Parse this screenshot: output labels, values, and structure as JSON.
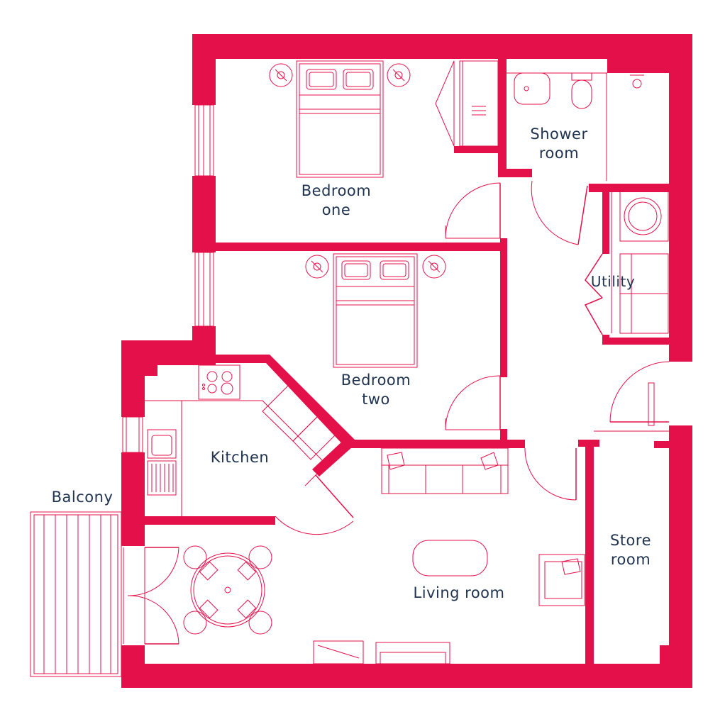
{
  "colors": {
    "wall": "#e4104a",
    "label_text": "#1f3350",
    "background": "#ffffff"
  },
  "rooms": {
    "bedroom_one": {
      "line1": "Bedroom",
      "line2": "one"
    },
    "shower_room": {
      "line1": "Shower",
      "line2": "room"
    },
    "utility": {
      "line1": "Utility"
    },
    "bedroom_two": {
      "line1": "Bedroom",
      "line2": "two"
    },
    "kitchen": {
      "line1": "Kitchen"
    },
    "balcony": {
      "line1": "Balcony"
    },
    "store_room": {
      "line1": "Store",
      "line2": "room"
    },
    "living_room": {
      "line1": "Living room"
    }
  }
}
